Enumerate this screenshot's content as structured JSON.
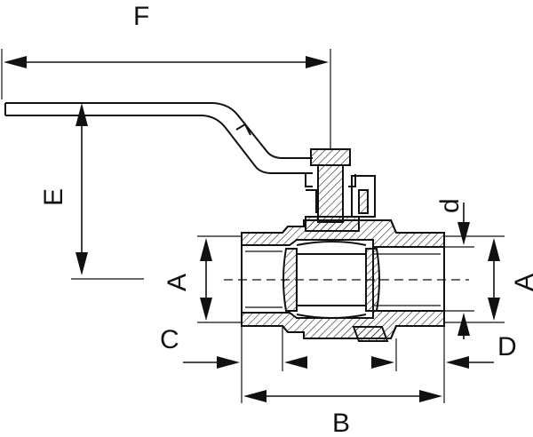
{
  "labels": {
    "F": "F",
    "E": "E",
    "d": "d",
    "A_left": "A",
    "A_right": "A",
    "C": "C",
    "D": "D",
    "B": "B"
  }
}
